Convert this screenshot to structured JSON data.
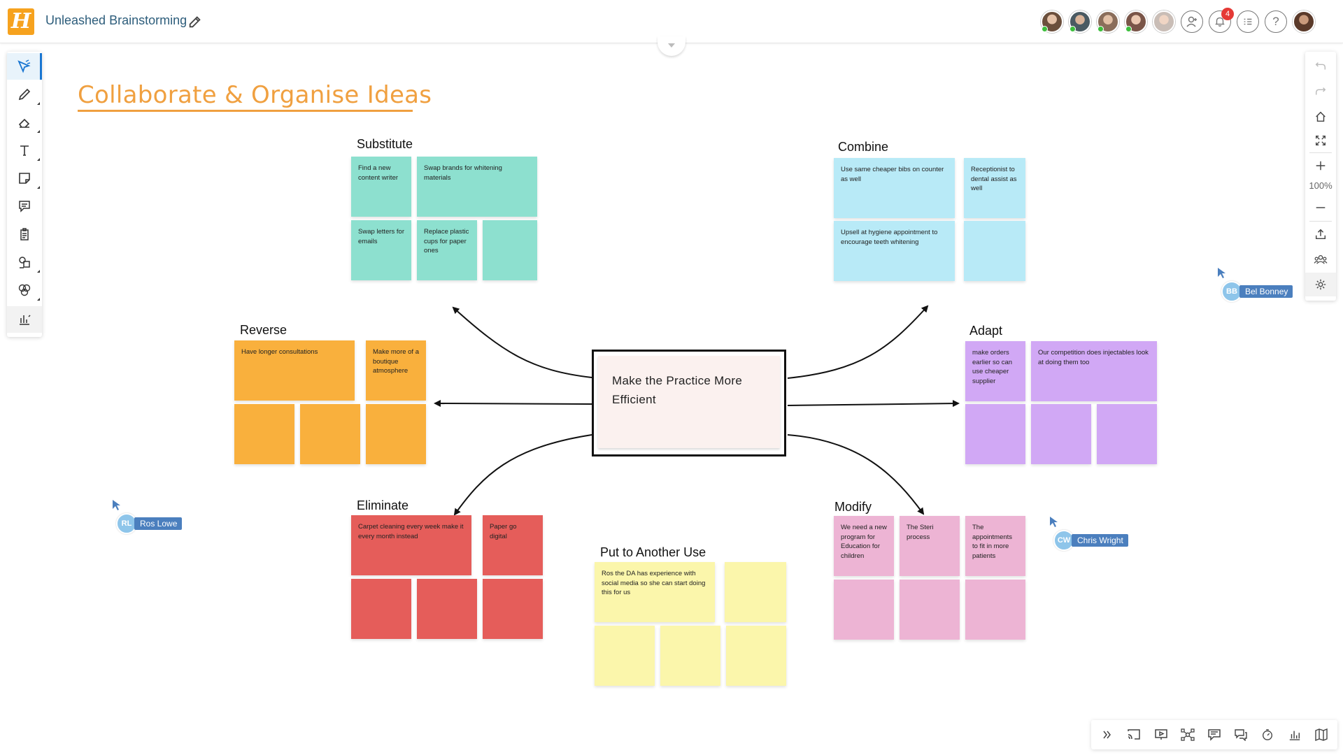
{
  "app": {
    "logo_letter": "H",
    "board_title": "Unleashed Brainstorming"
  },
  "header": {
    "notification_count": "4",
    "avatars": [
      {
        "name": "avatar-1",
        "color": "#6b4f3c"
      },
      {
        "name": "avatar-2",
        "color": "#4a5a62"
      },
      {
        "name": "avatar-3",
        "color": "#8a6d5a"
      },
      {
        "name": "avatar-4",
        "color": "#7a5548"
      },
      {
        "name": "avatar-5",
        "color": "#c9bdb6"
      }
    ]
  },
  "toolbar_right": {
    "zoom": "100%"
  },
  "canvas": {
    "title": "Collaborate & Organise Ideas",
    "center_topic": "Make the Practice More Efficient",
    "groups": {
      "substitute": {
        "label": "Substitute",
        "notes": [
          "Find a new content writer",
          "Swap brands for whitening materials",
          "Swap letters for emails",
          "Replace plastic cups for paper ones",
          ""
        ]
      },
      "combine": {
        "label": "Combine",
        "notes": [
          "Use same cheaper bibs on counter as well",
          "Receptionist to dental assist as well",
          "Upsell at hygiene appointment to encourage teeth whitening",
          ""
        ]
      },
      "reverse": {
        "label": "Reverse",
        "notes": [
          "Have longer consultations",
          "Make more of a boutique atmosphere",
          "",
          "",
          ""
        ]
      },
      "adapt": {
        "label": "Adapt",
        "notes": [
          "make orders earlier so can use cheaper supplier",
          "Our competition does injectables look at doing them too",
          "",
          "",
          ""
        ]
      },
      "eliminate": {
        "label": "Eliminate",
        "notes": [
          "Carpet cleaning every week make it every month instead",
          "Paper go digital",
          "",
          "",
          ""
        ]
      },
      "another_use": {
        "label": "Put to Another Use",
        "notes": [
          "Ros the DA has experience with social media so she can start doing this for us",
          "",
          "",
          "",
          ""
        ]
      },
      "modify": {
        "label": "Modify",
        "notes": [
          "We need a new program for Education for children",
          "The Steri process",
          "The appointments to fit in more patients",
          "",
          "",
          ""
        ]
      }
    },
    "collaborators": [
      {
        "initials": "BB",
        "name": "Bel Bonney"
      },
      {
        "initials": "RL",
        "name": "Ros Lowe"
      },
      {
        "initials": "CW",
        "name": "Chris Wright"
      }
    ]
  },
  "colors": {
    "accent_orange": "#f0a040",
    "title_blue": "#2d5d7b",
    "teal": "#8de0cf",
    "blue": "#b8eaf7",
    "orange": "#f9b03d",
    "purple": "#d1a8f5",
    "red": "#e55d5a",
    "pink": "#edb4d4",
    "yellow": "#fbf6ab"
  }
}
